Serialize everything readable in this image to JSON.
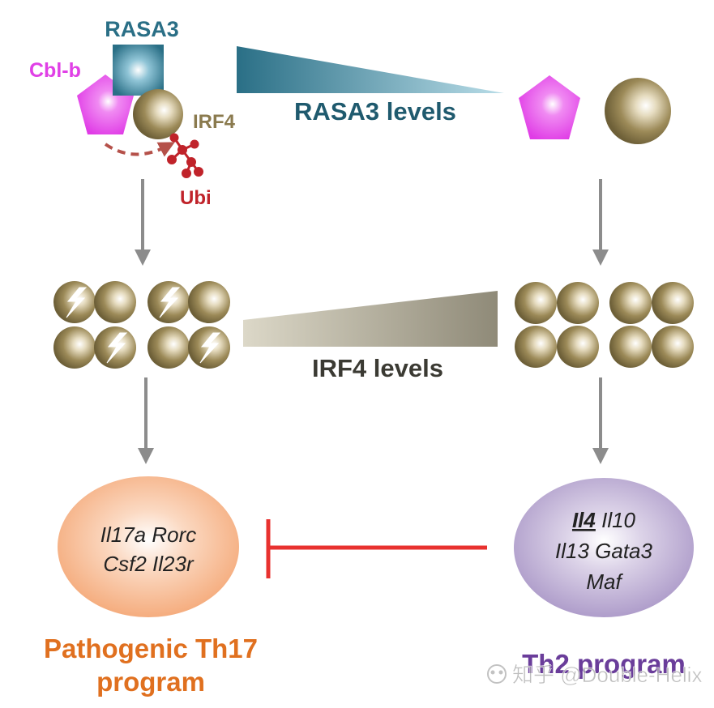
{
  "molecules": {
    "rasa3": "RASA3",
    "cblb": "Cbl-b",
    "irf4": "IRF4",
    "ubi": "Ubi"
  },
  "gradients": {
    "rasa3_levels": "RASA3 levels",
    "irf4_levels": "IRF4 levels"
  },
  "left_oval": {
    "line1": "Il17a Rorc",
    "line2": "Csf2 Il23r"
  },
  "right_oval": {
    "line1_emph": "Il4",
    "line1_rest": " Il10",
    "line2": "Il13 Gata3",
    "line3": "Maf"
  },
  "outcomes": {
    "th17_line1": "Pathogenic Th17",
    "th17_line2": "program",
    "th2": "Th2 program"
  },
  "watermark": "知乎 @Double-Helix",
  "colors": {
    "rasa3_teal": "#2a6f86",
    "cblb_magenta": "#e040e6",
    "irf4_olive": "#8a7a4e",
    "ubi_red": "#c0232a",
    "arrow_gray": "#8c8c8c",
    "inhibit_red": "#e8312f",
    "th17_orange": "#e0701f",
    "th2_purple": "#6a3d9a",
    "left_oval_fill": "#f6b48a",
    "right_oval_fill": "#b6a6cf"
  }
}
